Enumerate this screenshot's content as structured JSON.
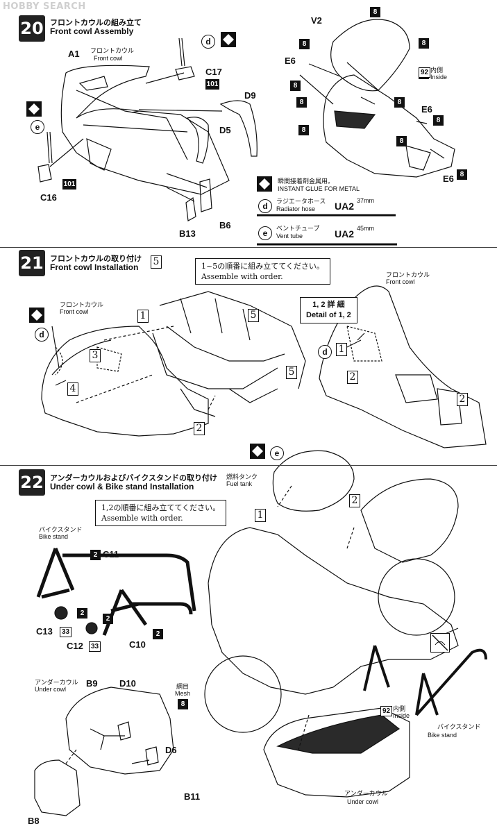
{
  "watermark": "HOBBY SEARCH",
  "steps": {
    "s20": {
      "number": "20",
      "title_jp": "フロントカウルの組み立て",
      "title_en": "Front cowl Assembly",
      "parts": {
        "a1": "A1",
        "a1_jp": "フロントカウル",
        "a1_en": "Front cowl",
        "c17": "C17",
        "d9": "D9",
        "d5": "D5",
        "c16": "C16",
        "b13": "B13",
        "b6": "B6",
        "v2": "V2",
        "e6_a": "E6",
        "e6_b": "E6",
        "e6_c": "E6"
      },
      "paint_101": "101",
      "paint_8": "8",
      "paint_92": "92",
      "inner_jp": "内側",
      "inner_en": "Inside",
      "letter_d": "d",
      "letter_e": "e",
      "legend": {
        "glue_jp": "瞬間接着剤金属用。",
        "glue_en": "INSTANT GLUE   FOR METAL",
        "hose_letter": "d",
        "hose_jp": "ラジエータホース",
        "hose_en": "Radiator hose",
        "hose_code": "UA2",
        "hose_len": "37mm",
        "vent_letter": "e",
        "vent_jp": "ベントチューブ",
        "vent_en": "Vent tube",
        "vent_code": "UA2",
        "vent_len": "45mm"
      }
    },
    "s21": {
      "number": "21",
      "title_jp": "フロントカウルの取り付け",
      "title_en": "Front cowl Installation",
      "order_jp": "1~5の順番に組み立ててください。",
      "order_en": "Assemble with order.",
      "cowl_jp": "フロントカウル",
      "cowl_en": "Front cowl",
      "cowl2_jp": "フロントカウル",
      "cowl2_en": "Front cowl",
      "detail_jp": "1, 2 詳 細",
      "detail_en": "Detail of 1, 2",
      "seq": [
        "1",
        "2",
        "3",
        "4",
        "5"
      ],
      "letter_d": "d"
    },
    "s22": {
      "number": "22",
      "title_jp": "アンダーカウルおよびバイクスタンドの取り付け",
      "title_en": "Under cowl & Bike stand Installation",
      "order_jp": "1,2の順番に組み立ててください。",
      "order_en": "Assemble with order.",
      "fuel_jp": "燃料タンク",
      "fuel_en": "Fuel tank",
      "stand_jp": "バイクスタンド",
      "stand_en": "Bike stand",
      "stand2_jp": "バイクスタンド",
      "stand2_en": "Bike stand",
      "under_jp": "アンダーカウル",
      "under_en": "Under cowl",
      "under2_jp": "アンダーカウル",
      "under2_en": "Under cowl",
      "mesh_jp": "網目",
      "mesh_en": "Mesh",
      "inner_jp": "内側",
      "inner_en": "Inside",
      "parts": {
        "c11": "C11",
        "c13": "C13",
        "c12": "C12",
        "c10": "C10",
        "b9": "B9",
        "d10": "D10",
        "d6": "D6",
        "b8": "B8",
        "b11": "B11"
      },
      "paint_2": "2",
      "paint_33": "33",
      "paint_8": "8",
      "paint_92": "92",
      "letter_e": "e",
      "seq": [
        "1",
        "2"
      ]
    }
  }
}
